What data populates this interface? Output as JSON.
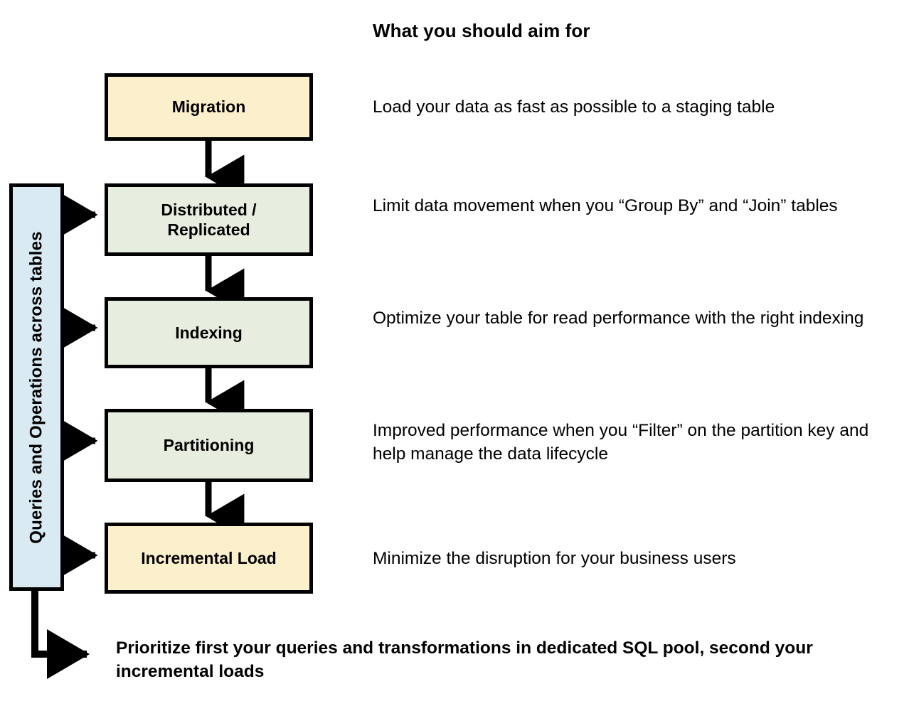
{
  "title": "What you should aim for",
  "side_bar": {
    "label": "Queries and Operations across tables"
  },
  "colors": {
    "highlight_fill": "#FCEFCB",
    "stage_fill": "#E8EEDF",
    "sidebar_fill": "#DAEAF2",
    "outline": "#000000",
    "text": "#000000",
    "background": "#FFFFFF"
  },
  "stages": [
    {
      "id": "migration",
      "label": "Migration",
      "fill": "#FCEFCB",
      "description": "Load your data as fast as possible to a staging table",
      "from_sidebar": false
    },
    {
      "id": "distributed-replicated",
      "label": "Distributed /\nReplicated",
      "label_line1": "Distributed /",
      "label_line2": "Replicated",
      "fill": "#E8EEDF",
      "description": "Limit data movement when you “Group By” and “Join” tables",
      "from_sidebar": true
    },
    {
      "id": "indexing",
      "label": "Indexing",
      "fill": "#E8EEDF",
      "description": "Optimize your table for read performance with the right indexing",
      "from_sidebar": true
    },
    {
      "id": "partitioning",
      "label": "Partitioning",
      "fill": "#E8EEDF",
      "description": "Improved performance when you “Filter” on the partition key and help manage the data lifecycle",
      "from_sidebar": true
    },
    {
      "id": "incremental-load",
      "label": "Incremental Load",
      "fill": "#FCEFCB",
      "description": "Minimize the disruption for your business users",
      "from_sidebar": true
    }
  ],
  "footer_note": "Prioritize first your queries and transformations in dedicated SQL pool, second your incremental loads"
}
